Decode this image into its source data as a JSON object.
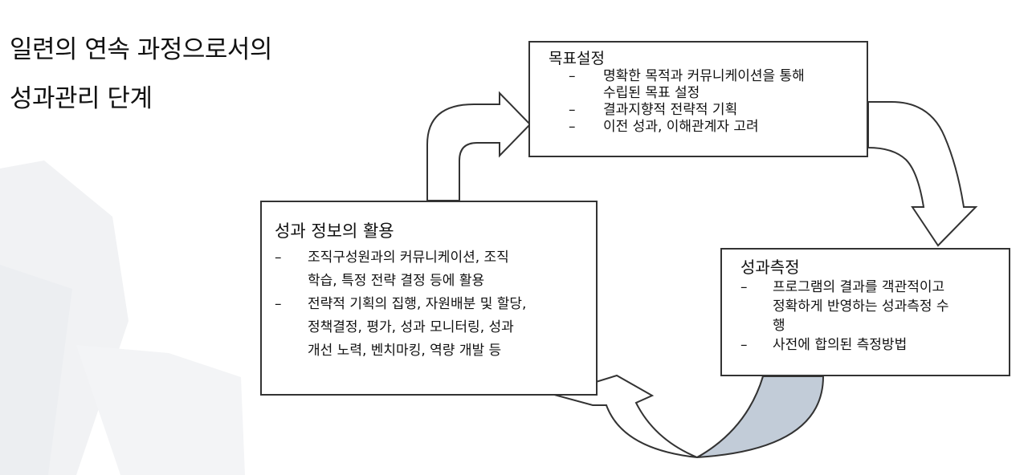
{
  "slide": {
    "title_line1": "일련의 연속 과정으로서의",
    "title_line2": "성과관리 단계"
  },
  "diagram": {
    "goal_box": {
      "heading": "목표설정",
      "bullets": [
        {
          "dash": "–",
          "lines": [
            "명확한 목적과 커뮤니케이션을 통해",
            "수립된 목표 설정"
          ]
        },
        {
          "dash": "–",
          "lines": [
            "결과지향적 전략적 기획"
          ]
        },
        {
          "dash": "–",
          "lines": [
            "이전 성과, 이해관계자 고려"
          ]
        }
      ]
    },
    "use_box": {
      "heading": "성과 정보의 활용",
      "bullets": [
        {
          "dash": "–",
          "lines": [
            "조직구성원과의 커뮤니케이션, 조직",
            "학습, 특정 전략 결정 등에 활용"
          ]
        },
        {
          "dash": "–",
          "lines": [
            "전략적 기획의 집행, 자원배분 및 할당,",
            "정책결정, 평가, 성과 모니터링, 성과",
            "개선 노력, 벤치마킹, 역량 개발 등"
          ]
        }
      ]
    },
    "measure_box": {
      "heading": "성과측정",
      "bullets": [
        {
          "dash": "–",
          "lines": [
            "프로그램의 결과를 객관적이고",
            "정확하게 반영하는 성과측정 수",
            "행"
          ]
        },
        {
          "dash": "–",
          "lines": [
            "사전에 합의된 측정방법"
          ]
        }
      ]
    },
    "colors": {
      "arrow_outline": "#333333",
      "arrow_shade": "#c2ccd8",
      "box_border": "#333333",
      "watermark": "#eef0f3"
    }
  }
}
